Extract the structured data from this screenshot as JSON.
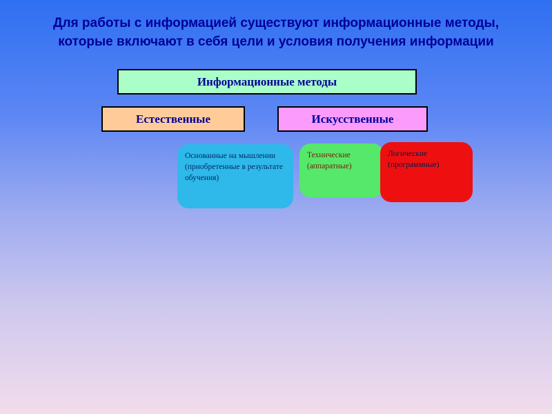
{
  "slide": {
    "title": {
      "line1": "Для работы с информацией существуют информационные методы,",
      "line2": "которые включают в себя цели и условия получения информации"
    },
    "diagram": {
      "root": {
        "label": "Информационные методы"
      },
      "natural": {
        "label": "Естественные"
      },
      "artificial": {
        "label": "Искусственные"
      },
      "thinking": {
        "label": "Основанные на мышлении (приобретенные в результате обучения)"
      },
      "technical": {
        "label": "Технические (аппаратные)"
      },
      "logical": {
        "label": "Логические (программные)"
      }
    },
    "colors": {
      "title_text": "#000099",
      "background_top": "#2e6ff2",
      "background_bottom": "#f2dcec",
      "root_bg": "#aaffc8",
      "natural_bg": "#ffcc99",
      "artificial_bg": "#fb9bfb",
      "thinking_bg": "#2fb9ea",
      "technical_bg": "#55e86a",
      "logical_bg": "#ee1010"
    }
  }
}
